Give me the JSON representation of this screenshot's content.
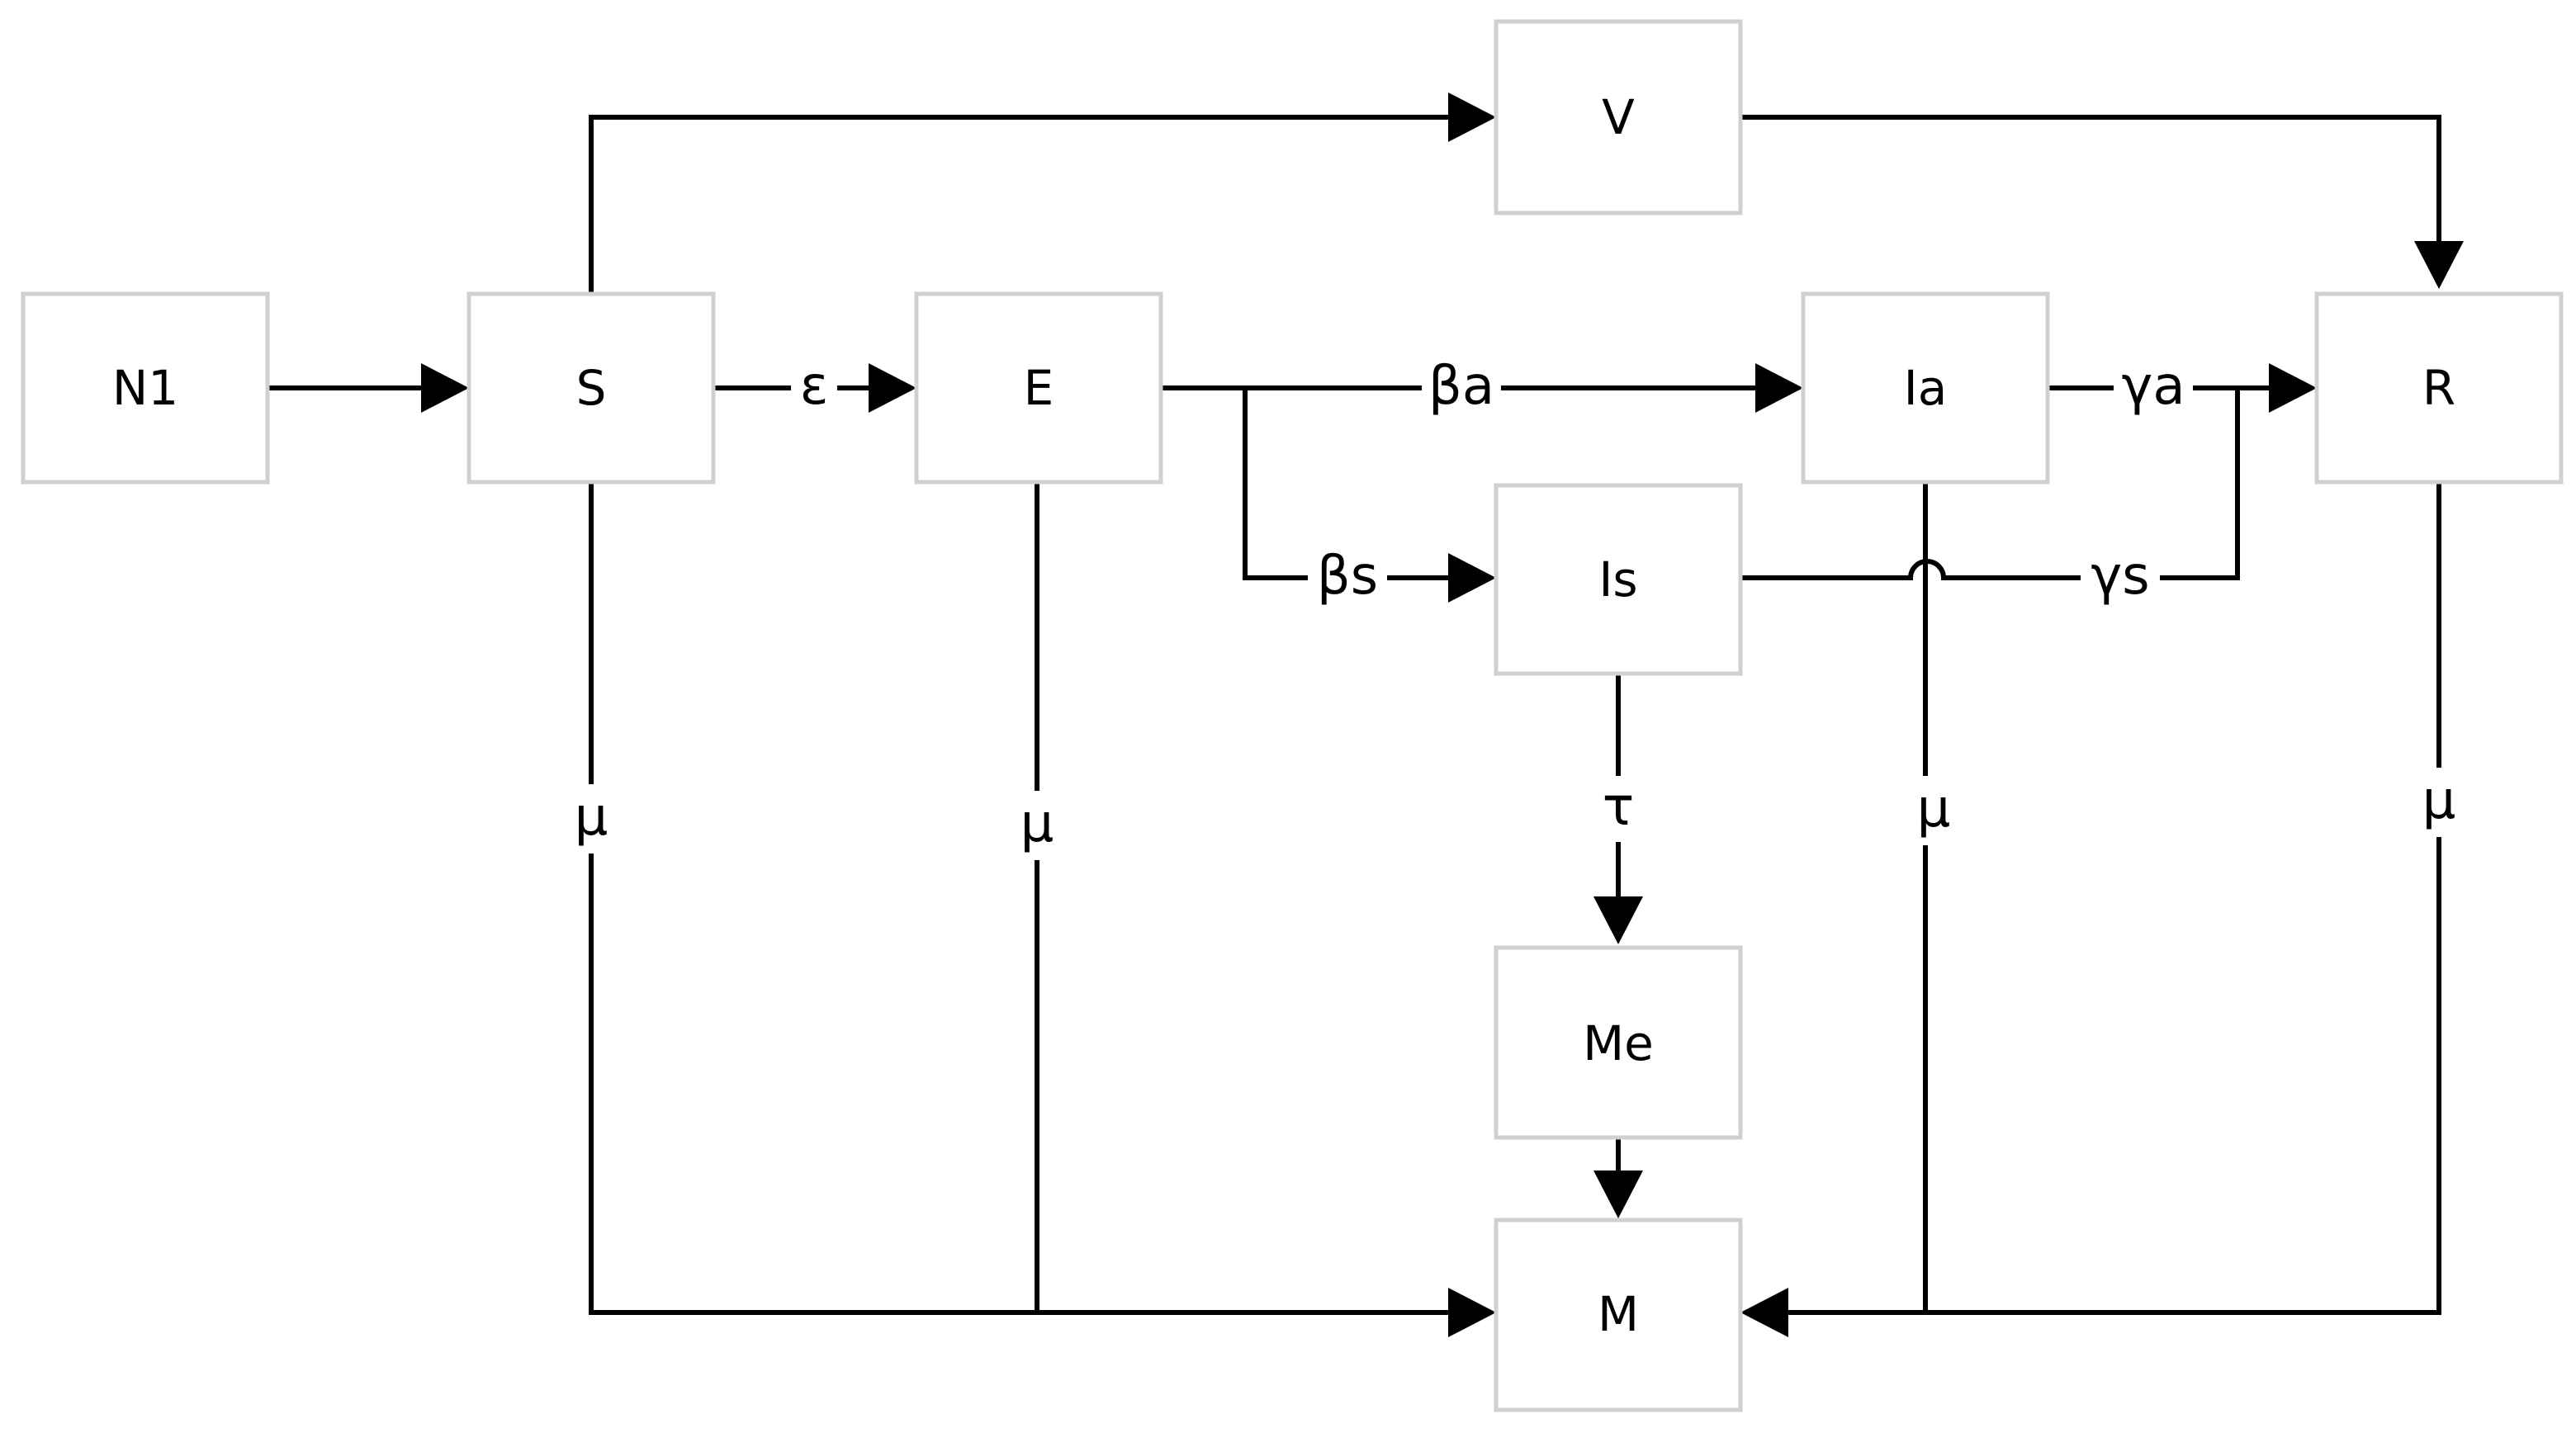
{
  "nodes": {
    "N1": "N1",
    "S": "S",
    "E": "E",
    "V": "V",
    "Ia": "Ia",
    "Is": "Is",
    "R": "R",
    "Me": "Me",
    "M": "M"
  },
  "rates": {
    "epsilon": "ε",
    "beta_a": "βa",
    "beta_s": "βs",
    "gamma_a": "γa",
    "gamma_s": "γs",
    "tau": "τ",
    "mu_S": "μ",
    "mu_E": "μ",
    "mu_Ia": "μ",
    "mu_R": "μ"
  }
}
